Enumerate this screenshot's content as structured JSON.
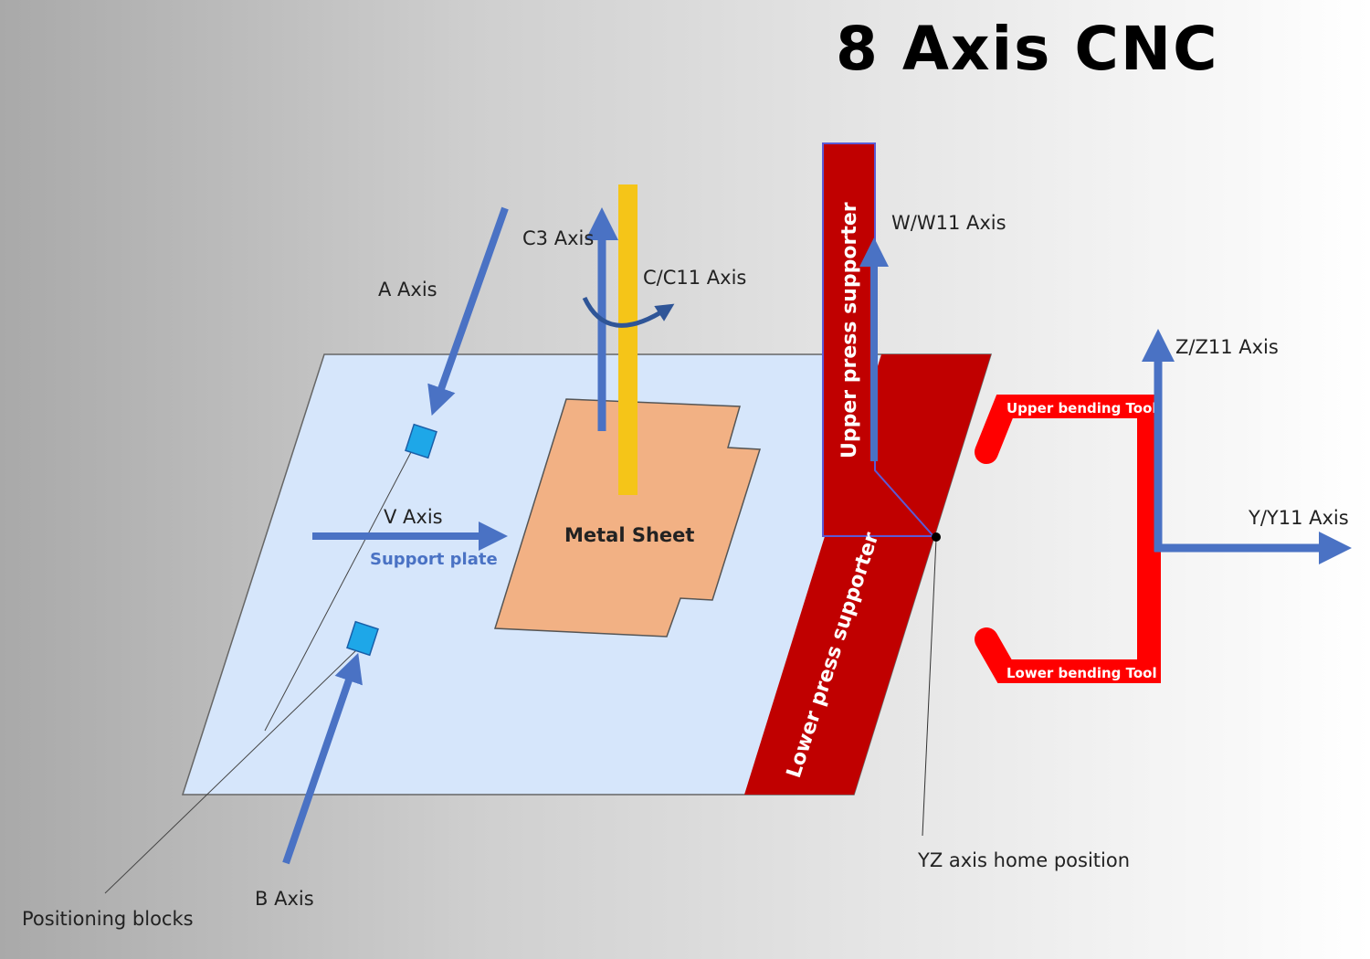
{
  "title": "8 Axis CNC",
  "labels": {
    "a_axis": "A Axis",
    "b_axis": "B Axis",
    "c3_axis": "C3 Axis",
    "c_c11_axis": "C/C11 Axis",
    "v_axis": "V Axis",
    "w_w11_axis": "W/W11 Axis",
    "z_z11_axis": "Z/Z11 Axis",
    "y_y11_axis": "Y/Y11 Axis",
    "support_plate": "Support plate",
    "metal_sheet": "Metal Sheet",
    "upper_press_supporter": "Upper press supporter",
    "lower_press_supporter": "Lower press supporter",
    "upper_bending_tool": "Upper bending Tool",
    "lower_bending_tool": "Lower bending Tool",
    "yz_home": "YZ axis home position",
    "positioning_blocks": "Positioning blocks"
  },
  "colors": {
    "axis_blue": "#4a72c4",
    "press_red": "#c00000",
    "tool_red": "#ff0000",
    "plate": "#d6e6fb",
    "sheet": "#f2b184",
    "tool_bar": "#f5c518"
  }
}
